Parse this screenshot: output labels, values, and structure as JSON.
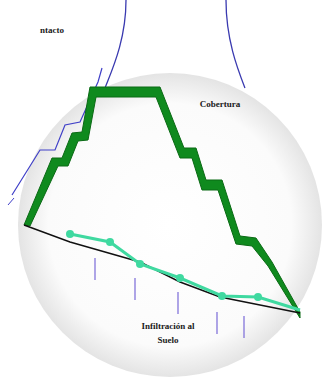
{
  "diagram": {
    "labels": [
      "ntacto",
      "Cobertura",
      "Infiltración al Suelo"
    ]
  }
}
